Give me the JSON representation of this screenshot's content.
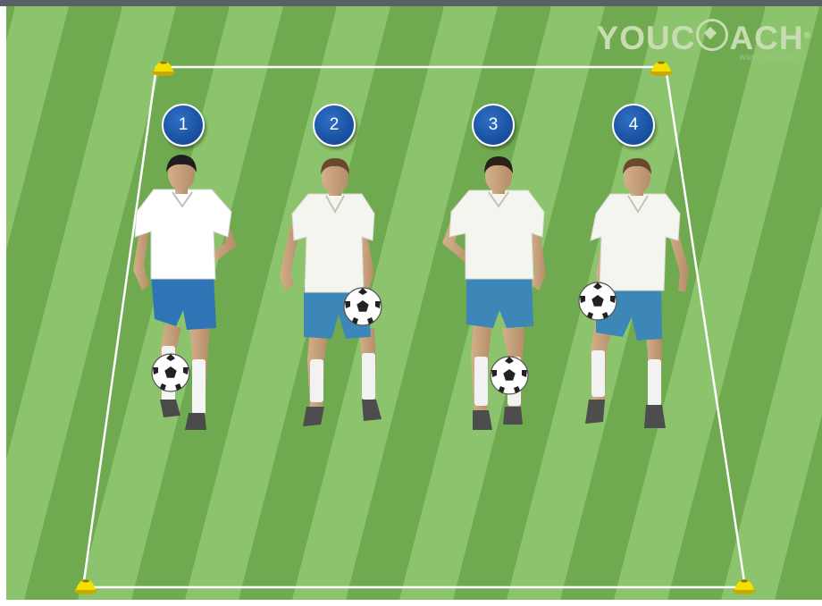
{
  "logo": {
    "name": "YouCoach",
    "url": "www.youcoach.it",
    "trademark": "®"
  },
  "players": [
    {
      "number": "1",
      "ball_position": "foot"
    },
    {
      "number": "2",
      "ball_position": "thigh"
    },
    {
      "number": "3",
      "ball_position": "foot"
    },
    {
      "number": "4",
      "ball_position": "thigh"
    }
  ],
  "colors": {
    "pitch_light": "#8cc46d",
    "pitch_dark": "#6faa50",
    "badge": "#1a4f9f",
    "shorts": "#2f74b5",
    "shorts_light": "#3d86b8",
    "cone": "#f2e000",
    "shirt": "#ffffff"
  },
  "icons": [
    "cone-icon",
    "soccer-ball-icon",
    "player-figure"
  ]
}
